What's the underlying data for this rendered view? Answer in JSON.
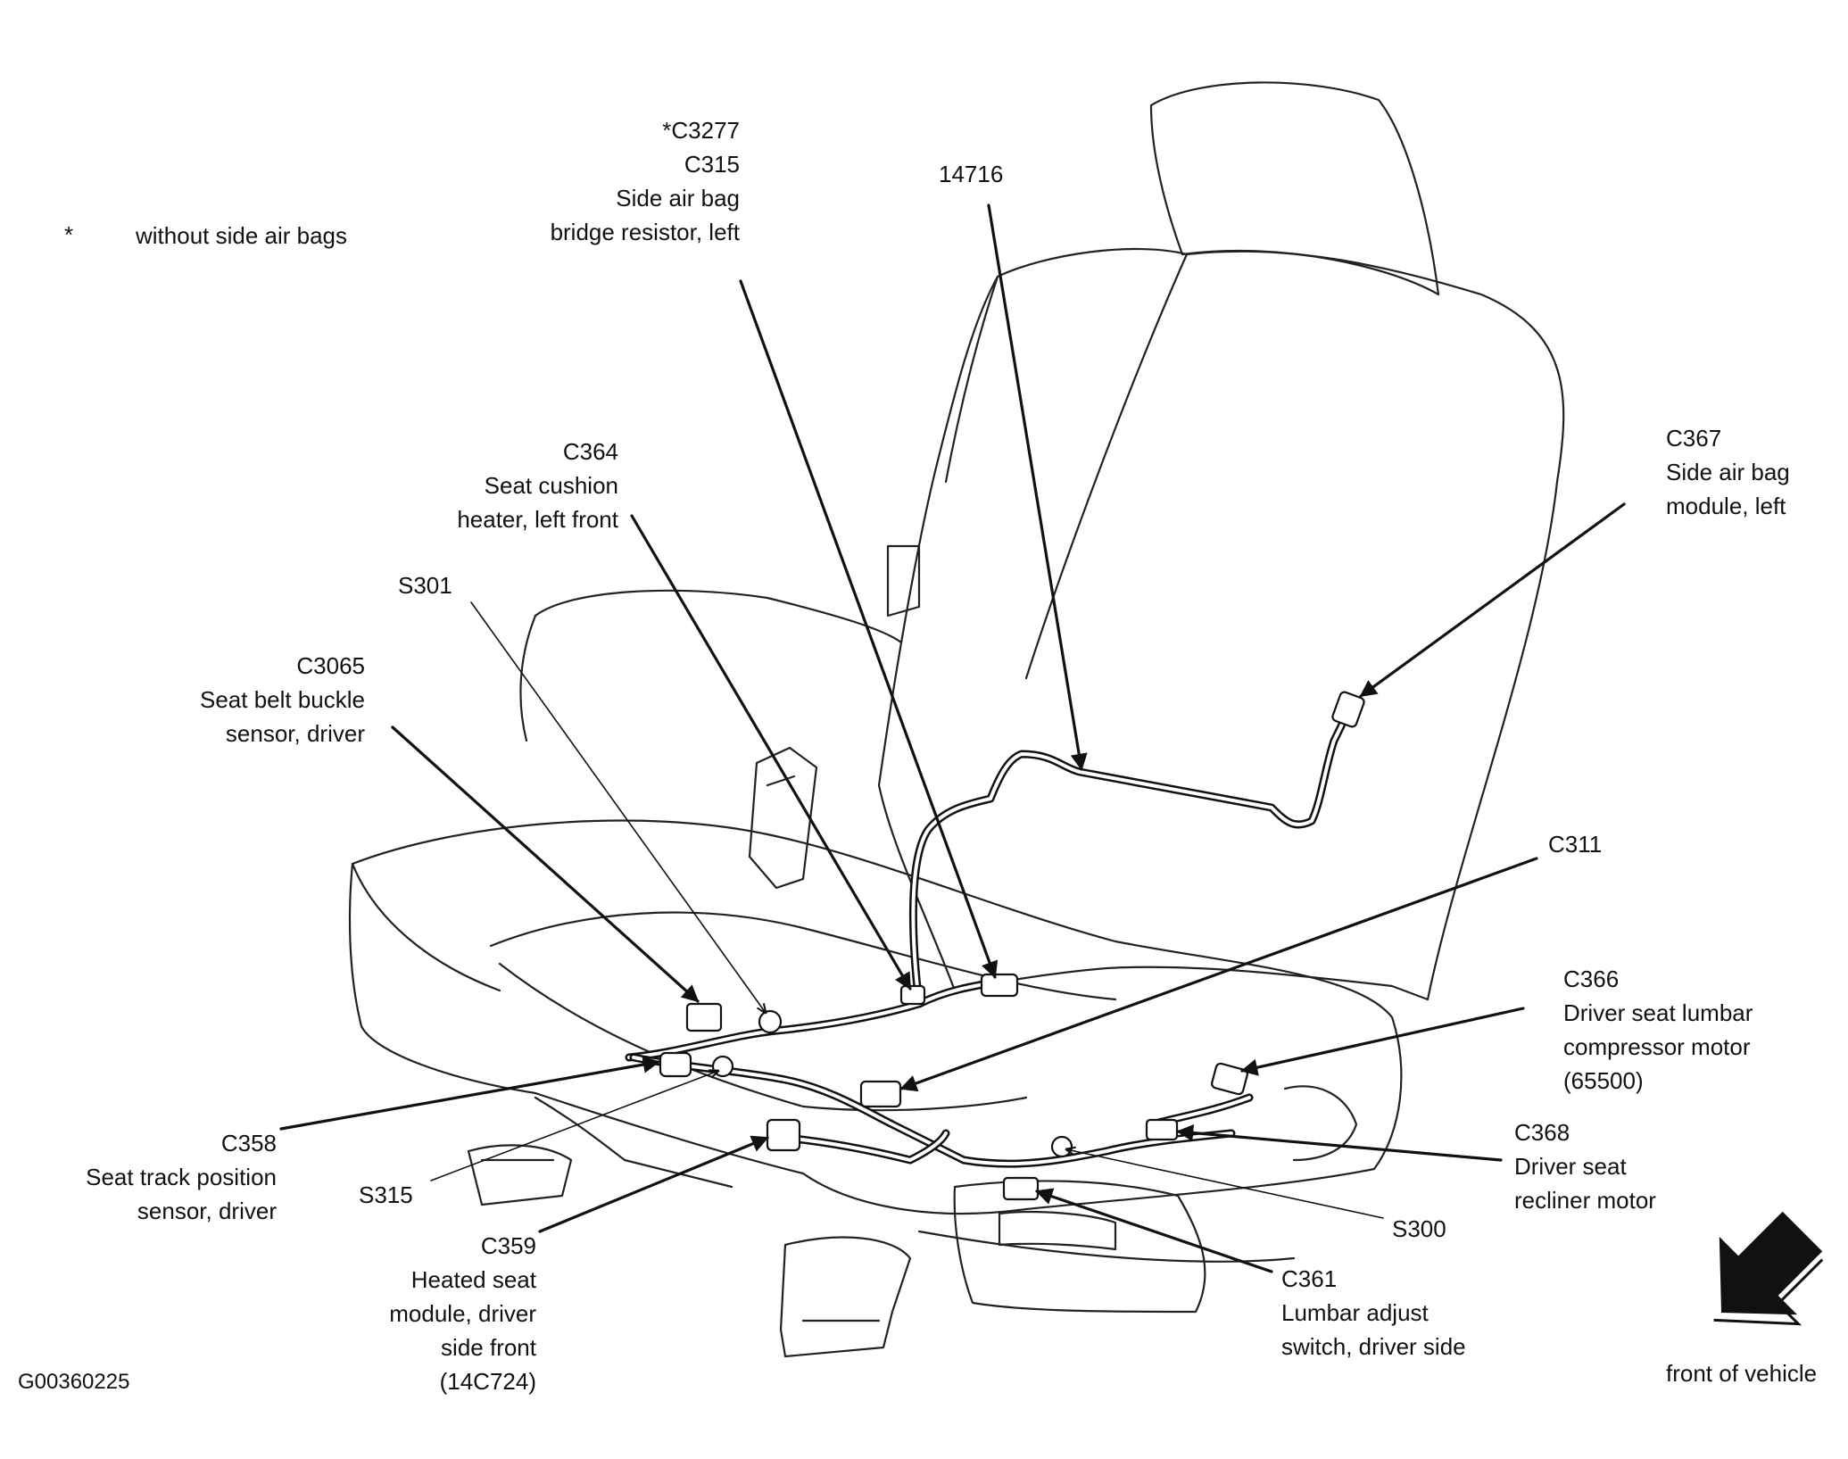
{
  "footnote": {
    "symbol": "*",
    "text": "without side air bags"
  },
  "figure_id": "G00360225",
  "direction": {
    "label": "front of vehicle",
    "icon": "front-of-vehicle-arrow-icon"
  },
  "callouts": [
    {
      "id": "c3277",
      "lines": [
        "*C3277",
        "C315",
        "Side air bag",
        "bridge resistor, left"
      ]
    },
    {
      "id": "p14716",
      "lines": [
        "14716"
      ]
    },
    {
      "id": "c367",
      "lines": [
        "C367",
        "Side air bag",
        "module, left"
      ]
    },
    {
      "id": "c364",
      "lines": [
        "C364",
        "Seat cushion",
        "heater, left front"
      ]
    },
    {
      "id": "s301",
      "lines": [
        "S301"
      ]
    },
    {
      "id": "c3065",
      "lines": [
        "C3065",
        "Seat belt buckle",
        "sensor, driver"
      ]
    },
    {
      "id": "c311",
      "lines": [
        "C311"
      ]
    },
    {
      "id": "c366",
      "lines": [
        "C366",
        "Driver seat lumbar",
        "compressor motor",
        "(65500)"
      ]
    },
    {
      "id": "c368",
      "lines": [
        "C368",
        "Driver seat",
        "recliner motor"
      ]
    },
    {
      "id": "c358",
      "lines": [
        "C358",
        "Seat track position",
        "sensor, driver"
      ]
    },
    {
      "id": "s315",
      "lines": [
        "S315"
      ]
    },
    {
      "id": "c359",
      "lines": [
        "C359",
        "Heated seat",
        "module, driver",
        "side front",
        "(14C724)"
      ]
    },
    {
      "id": "s300",
      "lines": [
        "S300"
      ]
    },
    {
      "id": "c361",
      "lines": [
        "C361",
        "Lumbar adjust",
        "switch, driver side"
      ]
    }
  ]
}
